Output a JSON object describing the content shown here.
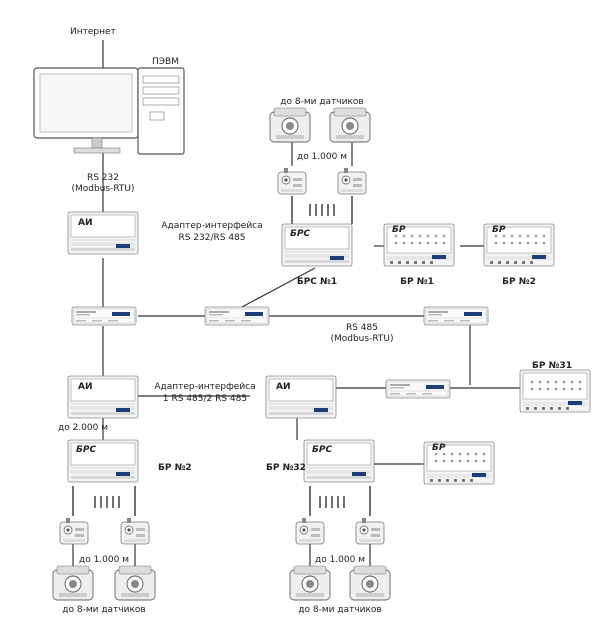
{
  "labels": {
    "internet": "Интернет",
    "pc": "ПЭВМ",
    "rs232": "RS 232",
    "modbus_rtu": "(Modbus-RTU)",
    "adapter1_line1": "Адаптер-интерфейса",
    "adapter1_line2": "RS 232/RS 485",
    "sensors_top": "до 8-ми датчиков",
    "dist_top": "до 1.000 м",
    "brs1": "БРС №1",
    "br1": "БР №1",
    "br2_top": "БР №2",
    "rs485": "RS 485",
    "modbus_rtu2": "(Modbus-RTU)",
    "br31": "БР №31",
    "adapter2_line1": "Адаптер-интерфейса",
    "adapter2_line2": "1 RS 485/2 RS 485",
    "dist_2000": "до 2.000 м",
    "br2_bottom": "БР №2",
    "br32": "БР №32",
    "dist_left": "до 1.000 м",
    "dist_right": "до 1.000 м",
    "sensors_left": "до 8-ми датчиков",
    "sensors_right": "до 8-ми датчиков"
  },
  "device_marks": {
    "ai": "АИ",
    "brs": "БРС",
    "br": "БР"
  }
}
